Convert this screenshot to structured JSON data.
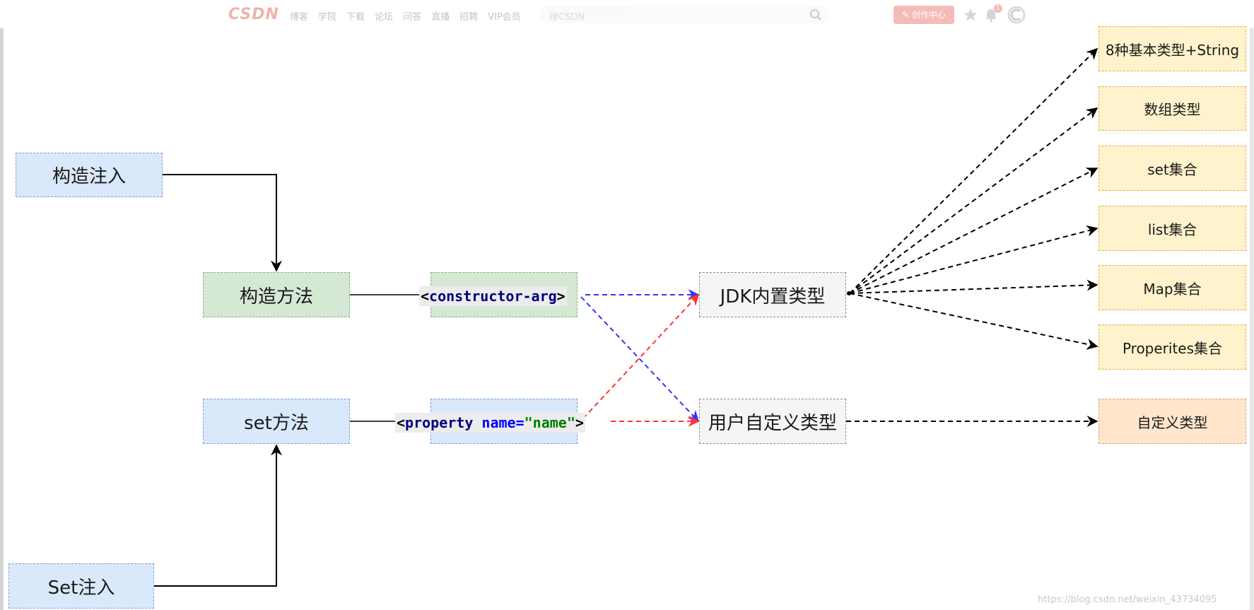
{
  "header": {
    "logo": "CSDN",
    "nav": [
      "博客",
      "学院",
      "下载",
      "论坛",
      "问答",
      "直播",
      "招聘",
      "VIP会员"
    ],
    "search_placeholder": "搜CSDN",
    "create_button": "创作中心",
    "notification_count": "1"
  },
  "diagram": {
    "nodes": {
      "constructor_injection": "构造注入",
      "set_injection": "Set注入",
      "constructor_method": "构造方法",
      "set_method": "set方法",
      "jdk_types": "JDK内置类型",
      "user_types": "用户自定义类型",
      "basic_string": "8种基本类型+String",
      "array": "数组类型",
      "set_collection": "set集合",
      "list_collection": "list集合",
      "map_collection": "Map集合",
      "properties_collection": "Properites集合",
      "custom_type": "自定义类型"
    },
    "code": {
      "constructor_arg": {
        "open": "<",
        "tag": "constructor-arg",
        "close": ">"
      },
      "property": {
        "open": "<",
        "tag": "property",
        "attr": "name=",
        "value": "\"name\"",
        "close": ">"
      }
    },
    "colors": {
      "blue_fill": "#dae8fc",
      "green_fill": "#d5e8d4",
      "gray_fill": "#f5f5f5",
      "yellow_fill": "#fff2cc",
      "orange_fill": "#ffe6cc",
      "blue_edge": "#3333ff",
      "red_edge": "#ff3333",
      "black_edge": "#000000"
    }
  },
  "watermark": "https://blog.csdn.net/weixin_43734095"
}
